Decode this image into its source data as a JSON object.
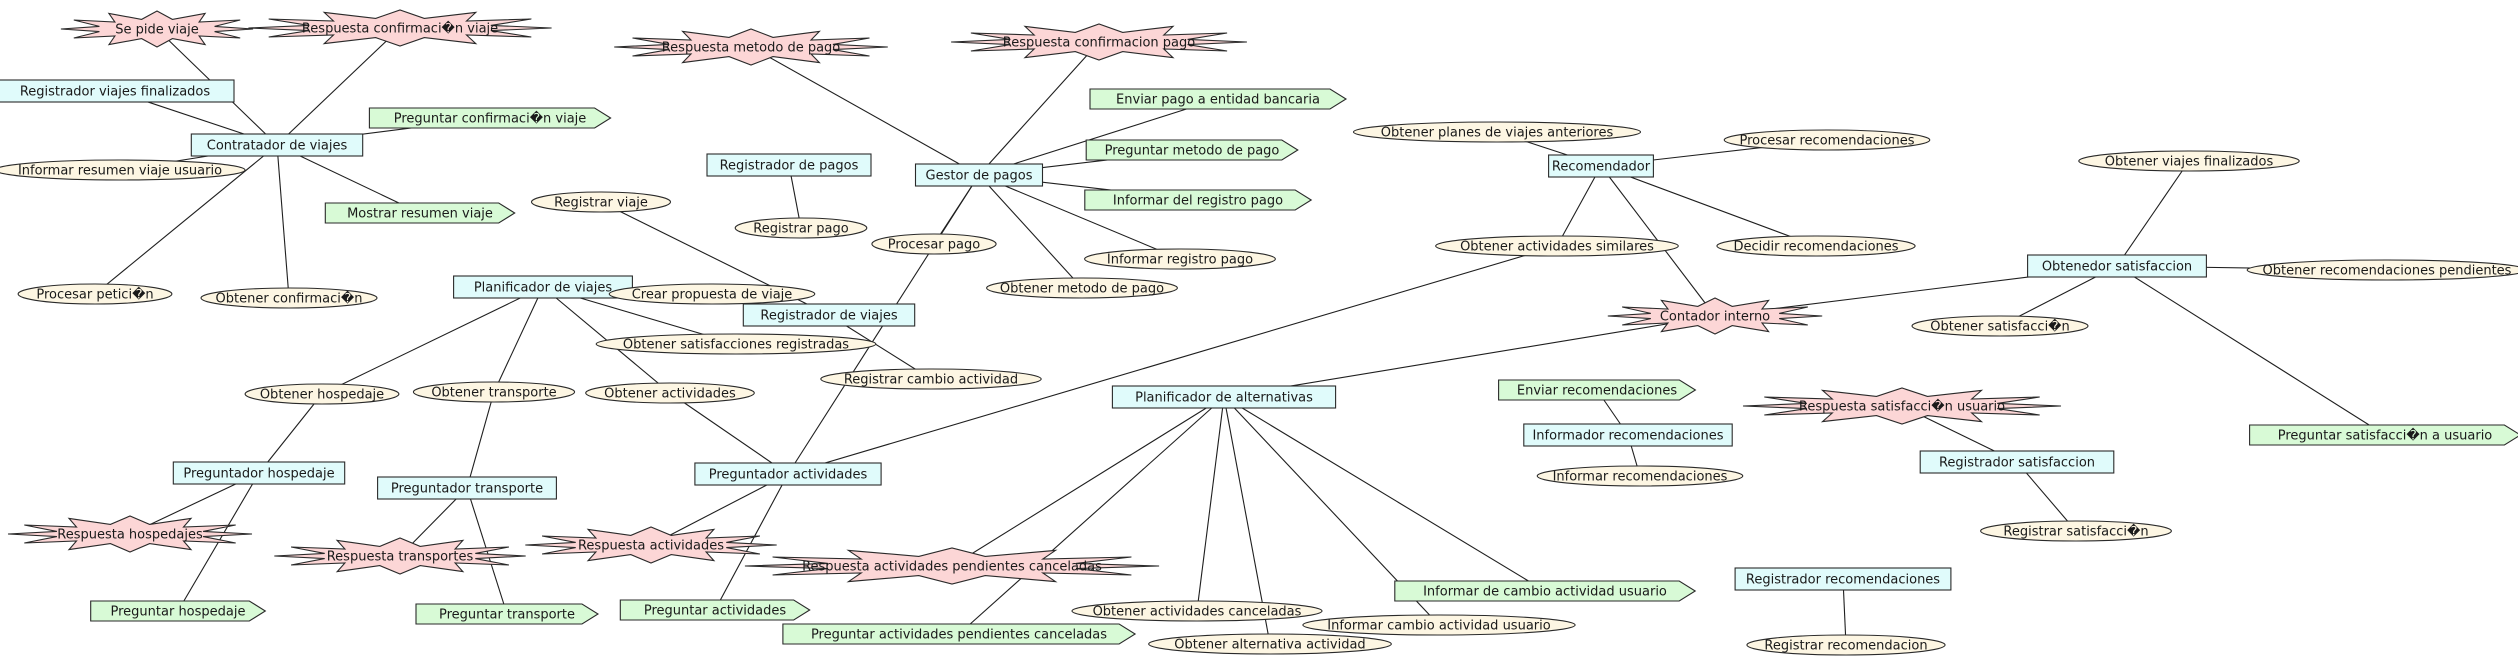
{
  "diagram": {
    "colors": {
      "agent": "#e0fbfb",
      "task": "#fdf6e3",
      "output": "#d8fad6",
      "event": "#fcd6d6",
      "line": "#1f1f1f"
    },
    "nodes": [
      {
        "id": "n1",
        "shape": "star",
        "label": "Se pide viaje"
      },
      {
        "id": "n2",
        "shape": "star",
        "label": "Respuesta confirmaci�n viaje"
      },
      {
        "id": "n3",
        "shape": "box",
        "label": "Registrador viajes finalizados"
      },
      {
        "id": "n4",
        "shape": "box",
        "label": "Contratador de viajes"
      },
      {
        "id": "n5",
        "shape": "arrow",
        "label": "Preguntar confirmaci�n viaje"
      },
      {
        "id": "n6",
        "shape": "ellipse",
        "label": "Informar resumen viaje usuario"
      },
      {
        "id": "n7",
        "shape": "arrow",
        "label": "Mostrar resumen viaje"
      },
      {
        "id": "n8",
        "shape": "ellipse",
        "label": "Procesar petici�n"
      },
      {
        "id": "n9",
        "shape": "ellipse",
        "label": "Obtener confirmaci�n"
      },
      {
        "id": "n10",
        "shape": "star",
        "label": "Respuesta metodo de pago"
      },
      {
        "id": "n11",
        "shape": "star",
        "label": "Respuesta confirmacion pago"
      },
      {
        "id": "n12",
        "shape": "arrow",
        "label": "Enviar pago a entidad bancaria"
      },
      {
        "id": "n13",
        "shape": "box",
        "label": "Registrador de pagos"
      },
      {
        "id": "n14",
        "shape": "box",
        "label": "Gestor de pagos"
      },
      {
        "id": "n15",
        "shape": "arrow",
        "label": "Preguntar metodo de pago"
      },
      {
        "id": "n16",
        "shape": "arrow",
        "label": "Informar del registro pago"
      },
      {
        "id": "n17",
        "shape": "ellipse",
        "label": "Registrar pago"
      },
      {
        "id": "n18",
        "shape": "ellipse",
        "label": "Procesar pago"
      },
      {
        "id": "n19",
        "shape": "ellipse",
        "label": "Informar registro pago"
      },
      {
        "id": "n20",
        "shape": "ellipse",
        "label": "Obtener metodo de pago"
      },
      {
        "id": "n21",
        "shape": "ellipse",
        "label": "Registrar viaje"
      },
      {
        "id": "n22",
        "shape": "box",
        "label": "Planificador de viajes"
      },
      {
        "id": "n23",
        "shape": "ellipse",
        "label": "Crear propuesta de viaje"
      },
      {
        "id": "n24",
        "shape": "box",
        "label": "Registrador de viajes"
      },
      {
        "id": "n25",
        "shape": "ellipse",
        "label": "Obtener satisfacciones registradas"
      },
      {
        "id": "n26",
        "shape": "ellipse",
        "label": "Registrar cambio actividad"
      },
      {
        "id": "n27",
        "shape": "ellipse",
        "label": "Obtener hospedaje"
      },
      {
        "id": "n28",
        "shape": "ellipse",
        "label": "Obtener transporte"
      },
      {
        "id": "n29",
        "shape": "ellipse",
        "label": "Obtener actividades"
      },
      {
        "id": "n30",
        "shape": "box",
        "label": "Preguntador hospedaje"
      },
      {
        "id": "n31",
        "shape": "box",
        "label": "Preguntador transporte"
      },
      {
        "id": "n32",
        "shape": "box",
        "label": "Preguntador actividades"
      },
      {
        "id": "n33",
        "shape": "star",
        "label": "Respuesta hospedajes"
      },
      {
        "id": "n34",
        "shape": "star",
        "label": "Respuesta transportes"
      },
      {
        "id": "n35",
        "shape": "star",
        "label": "Respuesta actividades"
      },
      {
        "id": "n36",
        "shape": "star",
        "label": "Respuesta actividades pendientes canceladas"
      },
      {
        "id": "n37",
        "shape": "arrow",
        "label": "Preguntar hospedaje"
      },
      {
        "id": "n38",
        "shape": "arrow",
        "label": "Preguntar transporte"
      },
      {
        "id": "n39",
        "shape": "arrow",
        "label": "Preguntar actividades"
      },
      {
        "id": "n40",
        "shape": "arrow",
        "label": "Preguntar actividades pendientes canceladas"
      },
      {
        "id": "n41",
        "shape": "ellipse",
        "label": "Obtener planes de viajes anteriores"
      },
      {
        "id": "n42",
        "shape": "box",
        "label": "Recomendador"
      },
      {
        "id": "n43",
        "shape": "ellipse",
        "label": "Procesar recomendaciones"
      },
      {
        "id": "n44",
        "shape": "ellipse",
        "label": "Obtener actividades similares"
      },
      {
        "id": "n45",
        "shape": "ellipse",
        "label": "Decidir recomendaciones"
      },
      {
        "id": "n46",
        "shape": "star",
        "label": "Contador interno"
      },
      {
        "id": "n47",
        "shape": "box",
        "label": "Planificador de alternativas"
      },
      {
        "id": "n48",
        "shape": "arrow",
        "label": "Enviar recomendaciones"
      },
      {
        "id": "n49",
        "shape": "box",
        "label": "Informador recomendaciones"
      },
      {
        "id": "n50",
        "shape": "ellipse",
        "label": "Informar recomendaciones"
      },
      {
        "id": "n51",
        "shape": "ellipse",
        "label": "Obtener viajes finalizados"
      },
      {
        "id": "n52",
        "shape": "box",
        "label": "Obtenedor satisfaccion"
      },
      {
        "id": "n53",
        "shape": "ellipse",
        "label": "Obtener recomendaciones pendientes"
      },
      {
        "id": "n54",
        "shape": "ellipse",
        "label": "Obtener satisfacci�n"
      },
      {
        "id": "n55",
        "shape": "star",
        "label": "Respuesta satisfacci�n usuario"
      },
      {
        "id": "n56",
        "shape": "box",
        "label": "Registrador satisfaccion"
      },
      {
        "id": "n57",
        "shape": "arrow",
        "label": "Preguntar satisfacci�n a usuario"
      },
      {
        "id": "n58",
        "shape": "ellipse",
        "label": "Registrar satisfacci�n"
      },
      {
        "id": "n59",
        "shape": "box",
        "label": "Registrador recomendaciones"
      },
      {
        "id": "n60",
        "shape": "ellipse",
        "label": "Registrar recomendacion"
      },
      {
        "id": "n61",
        "shape": "arrow",
        "label": "Informar de cambio actividad usuario"
      },
      {
        "id": "n62",
        "shape": "ellipse",
        "label": "Obtener actividades canceladas"
      },
      {
        "id": "n63",
        "shape": "ellipse",
        "label": "Informar cambio actividad usuario"
      },
      {
        "id": "n64",
        "shape": "ellipse",
        "label": "Obtener alternativa actividad"
      }
    ],
    "edges": [
      [
        "n1",
        "n4"
      ],
      [
        "n2",
        "n4"
      ],
      [
        "n3",
        "n4"
      ],
      [
        "n5",
        "n4"
      ],
      [
        "n6",
        "n4"
      ],
      [
        "n7",
        "n4"
      ],
      [
        "n8",
        "n4"
      ],
      [
        "n9",
        "n4"
      ],
      [
        "n10",
        "n14"
      ],
      [
        "n11",
        "n14"
      ],
      [
        "n12",
        "n14"
      ],
      [
        "n15",
        "n14"
      ],
      [
        "n16",
        "n14"
      ],
      [
        "n18",
        "n14"
      ],
      [
        "n19",
        "n14"
      ],
      [
        "n20",
        "n14"
      ],
      [
        "n32",
        "n14"
      ],
      [
        "n13",
        "n17"
      ],
      [
        "n21",
        "n24"
      ],
      [
        "n24",
        "n26"
      ],
      [
        "n22",
        "n23"
      ],
      [
        "n22",
        "n25"
      ],
      [
        "n22",
        "n27"
      ],
      [
        "n22",
        "n28"
      ],
      [
        "n22",
        "n29"
      ],
      [
        "n27",
        "n30"
      ],
      [
        "n28",
        "n31"
      ],
      [
        "n29",
        "n32"
      ],
      [
        "n30",
        "n33"
      ],
      [
        "n30",
        "n37"
      ],
      [
        "n31",
        "n34"
      ],
      [
        "n31",
        "n38"
      ],
      [
        "n32",
        "n35"
      ],
      [
        "n32",
        "n39"
      ],
      [
        "n42",
        "n41"
      ],
      [
        "n42",
        "n43"
      ],
      [
        "n42",
        "n44"
      ],
      [
        "n42",
        "n45"
      ],
      [
        "n42",
        "n46"
      ],
      [
        "n44",
        "n32"
      ],
      [
        "n46",
        "n47"
      ],
      [
        "n46",
        "n52"
      ],
      [
        "n47",
        "n36"
      ],
      [
        "n47",
        "n40"
      ],
      [
        "n47",
        "n62"
      ],
      [
        "n47",
        "n63"
      ],
      [
        "n47",
        "n64"
      ],
      [
        "n47",
        "n61"
      ],
      [
        "n48",
        "n49"
      ],
      [
        "n49",
        "n50"
      ],
      [
        "n52",
        "n51"
      ],
      [
        "n52",
        "n53"
      ],
      [
        "n52",
        "n54"
      ],
      [
        "n52",
        "n57"
      ],
      [
        "n55",
        "n56"
      ],
      [
        "n56",
        "n58"
      ],
      [
        "n59",
        "n60"
      ]
    ]
  }
}
